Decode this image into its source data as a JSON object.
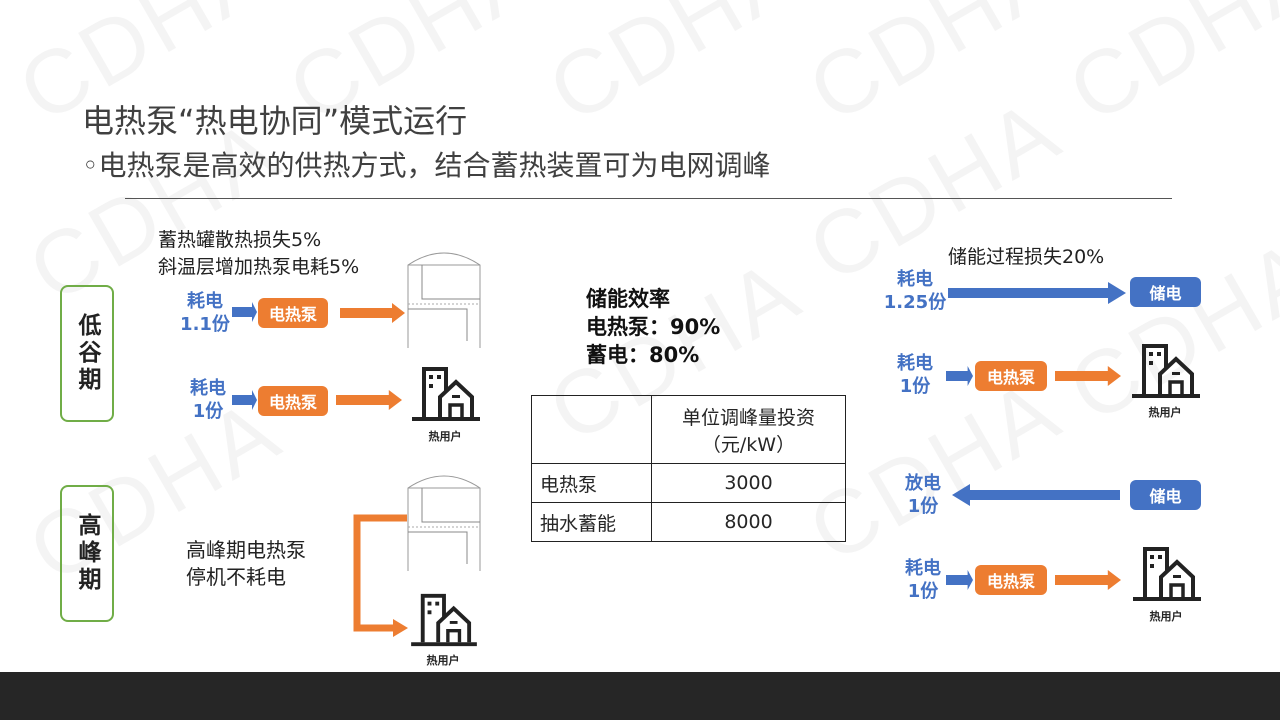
{
  "watermark": "CDHA",
  "title": "电热泵“热电协同”模式运行",
  "subtitle": "◦电热泵是高效的供热方式，结合蓄热装置可为电网调峰",
  "left": {
    "valley_label": "低谷期",
    "peak_label": "高峰期",
    "loss_notes": [
      "蓄热罐散热损失5%",
      "斜温层增加热泵电耗5%"
    ],
    "row1": {
      "consumption": [
        "耗电",
        "1.1份"
      ],
      "device": "电热泵"
    },
    "row2": {
      "consumption": [
        "耗电",
        "1份"
      ],
      "device": "电热泵",
      "user": "热用户"
    },
    "peak_note": [
      "高峰期电热泵",
      "停机不耗电"
    ],
    "peak_user": "热用户"
  },
  "middle": {
    "efficiency_title": "储能效率",
    "efficiency_lines": [
      "电热泵：90%",
      "蓄电：80%"
    ],
    "table": {
      "header": [
        "",
        "单位调峰量投资",
        "（元/kW）"
      ],
      "rows": [
        [
          "电热泵",
          "3000"
        ],
        [
          "抽水蓄能",
          "8000"
        ]
      ]
    }
  },
  "right": {
    "loss_note": "储能过程损失20%",
    "row1": {
      "consumption": [
        "耗电",
        "1.25份"
      ],
      "device": "储电"
    },
    "row2": {
      "consumption": [
        "耗电",
        "1份"
      ],
      "device": "电热泵",
      "user": "热用户"
    },
    "row3": {
      "consumption": [
        "放电",
        "1份"
      ],
      "device": "储电"
    },
    "row4": {
      "consumption": [
        "耗电",
        "1份"
      ],
      "device": "电热泵",
      "user": "热用户"
    }
  },
  "colors": {
    "blue": "#4472C4",
    "orange": "#ED7D31",
    "green": "#70AD47"
  }
}
